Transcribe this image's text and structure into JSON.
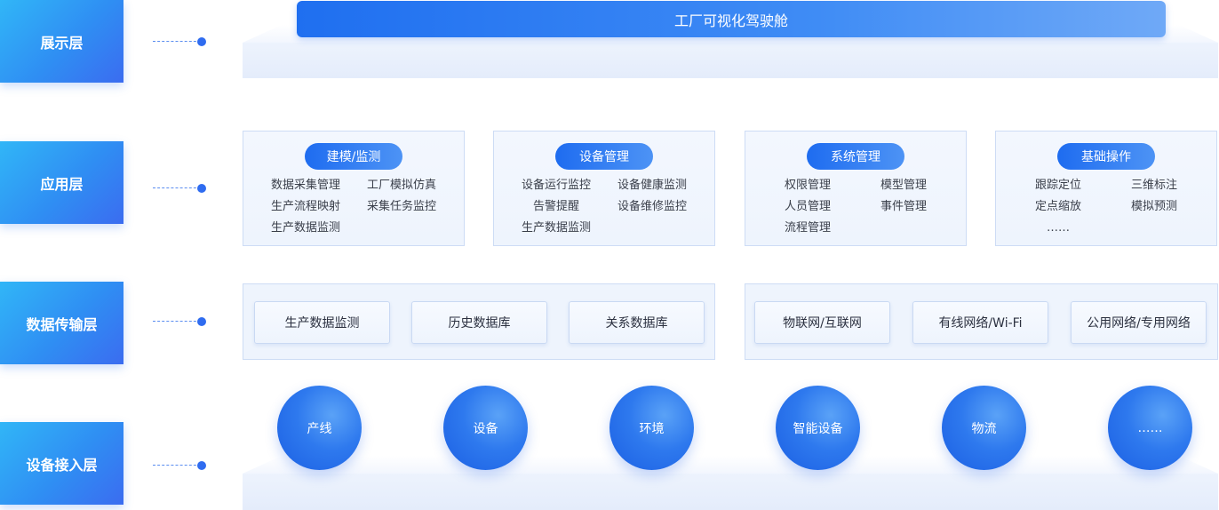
{
  "layers": [
    {
      "label": "展示层"
    },
    {
      "label": "应用层"
    },
    {
      "label": "数据传输层"
    },
    {
      "label": "设备接入层"
    }
  ],
  "presentation": {
    "banner": "工厂可视化驾驶舱"
  },
  "applications": [
    {
      "title": "建模/监测",
      "items": [
        "数据采集管理",
        "工厂模拟仿真",
        "生产流程映射",
        "采集任务监控",
        "生产数据监测"
      ]
    },
    {
      "title": "设备管理",
      "items": [
        "设备运行监控",
        "设备健康监测",
        "告警提醒",
        "设备维修监控",
        "生产数据监测"
      ]
    },
    {
      "title": "系统管理",
      "items": [
        "权限管理",
        "模型管理",
        "人员管理",
        "事件管理",
        "流程管理"
      ]
    },
    {
      "title": "基础操作",
      "items": [
        "跟踪定位",
        "三维标注",
        "定点缩放",
        "模拟预测",
        "……"
      ]
    }
  ],
  "data_transmission": {
    "group1": [
      "生产数据监测",
      "历史数据库",
      "关系数据库"
    ],
    "group2": [
      "物联网/互联网",
      "有线网络/Wi-Fi",
      "公用网络/专用网络"
    ]
  },
  "devices": [
    "产线",
    "设备",
    "环境",
    "智能设备",
    "物流",
    "……"
  ],
  "colors": {
    "accent": "#2f6cf0",
    "panel": "#eef4fd",
    "border": "#cddcf5"
  }
}
